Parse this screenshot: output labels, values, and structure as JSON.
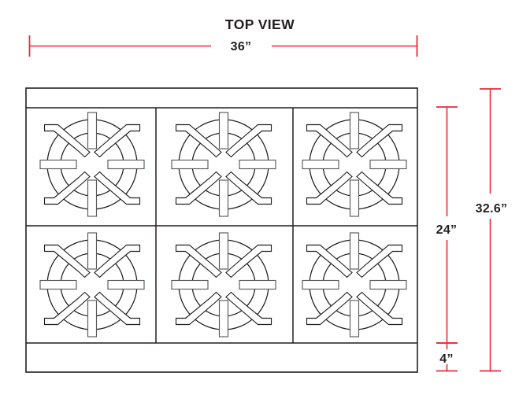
{
  "view": {
    "title": "TOP VIEW"
  },
  "dimensions": {
    "width": {
      "label": "36”",
      "orientation": "horizontal",
      "position": "top"
    },
    "interior_height": {
      "label": "24”",
      "orientation": "vertical",
      "position": "right-inner"
    },
    "overall_height": {
      "label": "32.6”",
      "orientation": "vertical",
      "position": "right-outer"
    },
    "front_panel_height": {
      "label": "4”",
      "orientation": "vertical",
      "position": "right-inner-bottom"
    }
  },
  "appliance": {
    "type": "gas-range-top-view",
    "burner_grid": {
      "columns": 3,
      "rows": 2,
      "count": 6
    },
    "burner_cells": [
      {
        "name": "burner-1",
        "row": 1,
        "col": 1
      },
      {
        "name": "burner-2",
        "row": 1,
        "col": 2
      },
      {
        "name": "burner-3",
        "row": 1,
        "col": 3
      },
      {
        "name": "burner-4",
        "row": 2,
        "col": 1
      },
      {
        "name": "burner-5",
        "row": 2,
        "col": 2
      },
      {
        "name": "burner-6",
        "row": 2,
        "col": 3
      }
    ]
  },
  "colors": {
    "dimension_red": "#ee2737",
    "outline_black": "#231f20",
    "grate_gray": "#58595b",
    "background": "#ffffff"
  }
}
